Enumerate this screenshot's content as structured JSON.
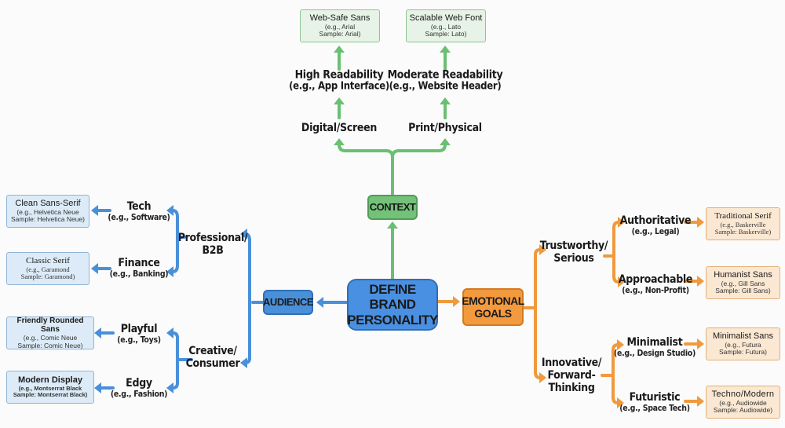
{
  "colors": {
    "context": "#6bbf73",
    "audience": "#4a90d9",
    "emotional": "#f0993d",
    "center": "#4a90e2"
  },
  "center": {
    "line1": "DEFINE BRAND",
    "line2": "PERSONALITY"
  },
  "context": {
    "label": "CONTEXT",
    "branches": [
      {
        "title": "Digital/Screen",
        "child_title": "High Readability",
        "child_sub": "(e.g., App Interface)",
        "font": {
          "name": "Web-Safe Sans",
          "line1": "(e.g., Arial",
          "line2": "Sample: Arial)"
        }
      },
      {
        "title": "Print/Physical",
        "child_title": "Moderate Readability",
        "child_sub": "(e.g., Website Header)",
        "font": {
          "name": "Scalable Web Font",
          "line1": "(e.g., Lato",
          "line2": "Sample: Lato)"
        }
      }
    ]
  },
  "audience": {
    "label": "AUDIENCE",
    "groups": [
      {
        "line1": "Professional/",
        "line2": "B2B",
        "items": [
          {
            "title": "Tech",
            "sub": "(e.g., Software)",
            "font": {
              "name": "Clean Sans-Serif",
              "line1": "(e.g., Helvetica Neue",
              "line2": "Sample: Helvetica Neue)"
            }
          },
          {
            "title": "Finance",
            "sub": "(e.g., Banking)",
            "font": {
              "name": "Classic Serif",
              "line1": "(e.g., Garamond",
              "line2": "Sample: Garamond)"
            }
          }
        ]
      },
      {
        "line1": "Creative/",
        "line2": "Consumer",
        "items": [
          {
            "title": "Playful",
            "sub": "(e.g., Toys)",
            "font": {
              "name": "Friendly Rounded Sans",
              "line1": "(e.g., Comic Neue",
              "line2": "Sample: Comic Neue)"
            }
          },
          {
            "title": "Edgy",
            "sub": "(e.g., Fashion)",
            "font": {
              "name": "Modern Display",
              "line1": "(e.g., Montserrat Black",
              "line2": "Sample: Montserrat Black)"
            }
          }
        ]
      }
    ]
  },
  "emotional": {
    "line1": "EMOTIONAL",
    "line2": "GOALS",
    "groups": [
      {
        "line1": "Trustworthy/",
        "line2": "Serious",
        "items": [
          {
            "title": "Authoritative",
            "sub": "(e.g., Legal)",
            "font": {
              "name": "Traditional Serif",
              "line1": "(e.g., Baskerville",
              "line2": "Sample: Baskerville)"
            }
          },
          {
            "title": "Approachable",
            "sub": "(e.g., Non-Profit)",
            "font": {
              "name": "Humanist Sans",
              "line1": "(e.g., Gill Sans",
              "line2": "Sample: Gill Sans)"
            }
          }
        ]
      },
      {
        "line1": "Innovative/",
        "line2": "Forward-",
        "line3": "Thinking",
        "items": [
          {
            "title": "Minimalist",
            "sub": "(e.g., Design Studio)",
            "font": {
              "name": "Minimalist Sans",
              "line1": "(e.g., Futura",
              "line2": "Sample: Futura)"
            }
          },
          {
            "title": "Futuristic",
            "sub": "(e.g., Space Tech)",
            "font": {
              "name": "Techno/Modern",
              "line1": "(e.g., Audiowide",
              "line2": "Sample: Audiowide)"
            }
          }
        ]
      }
    ]
  }
}
